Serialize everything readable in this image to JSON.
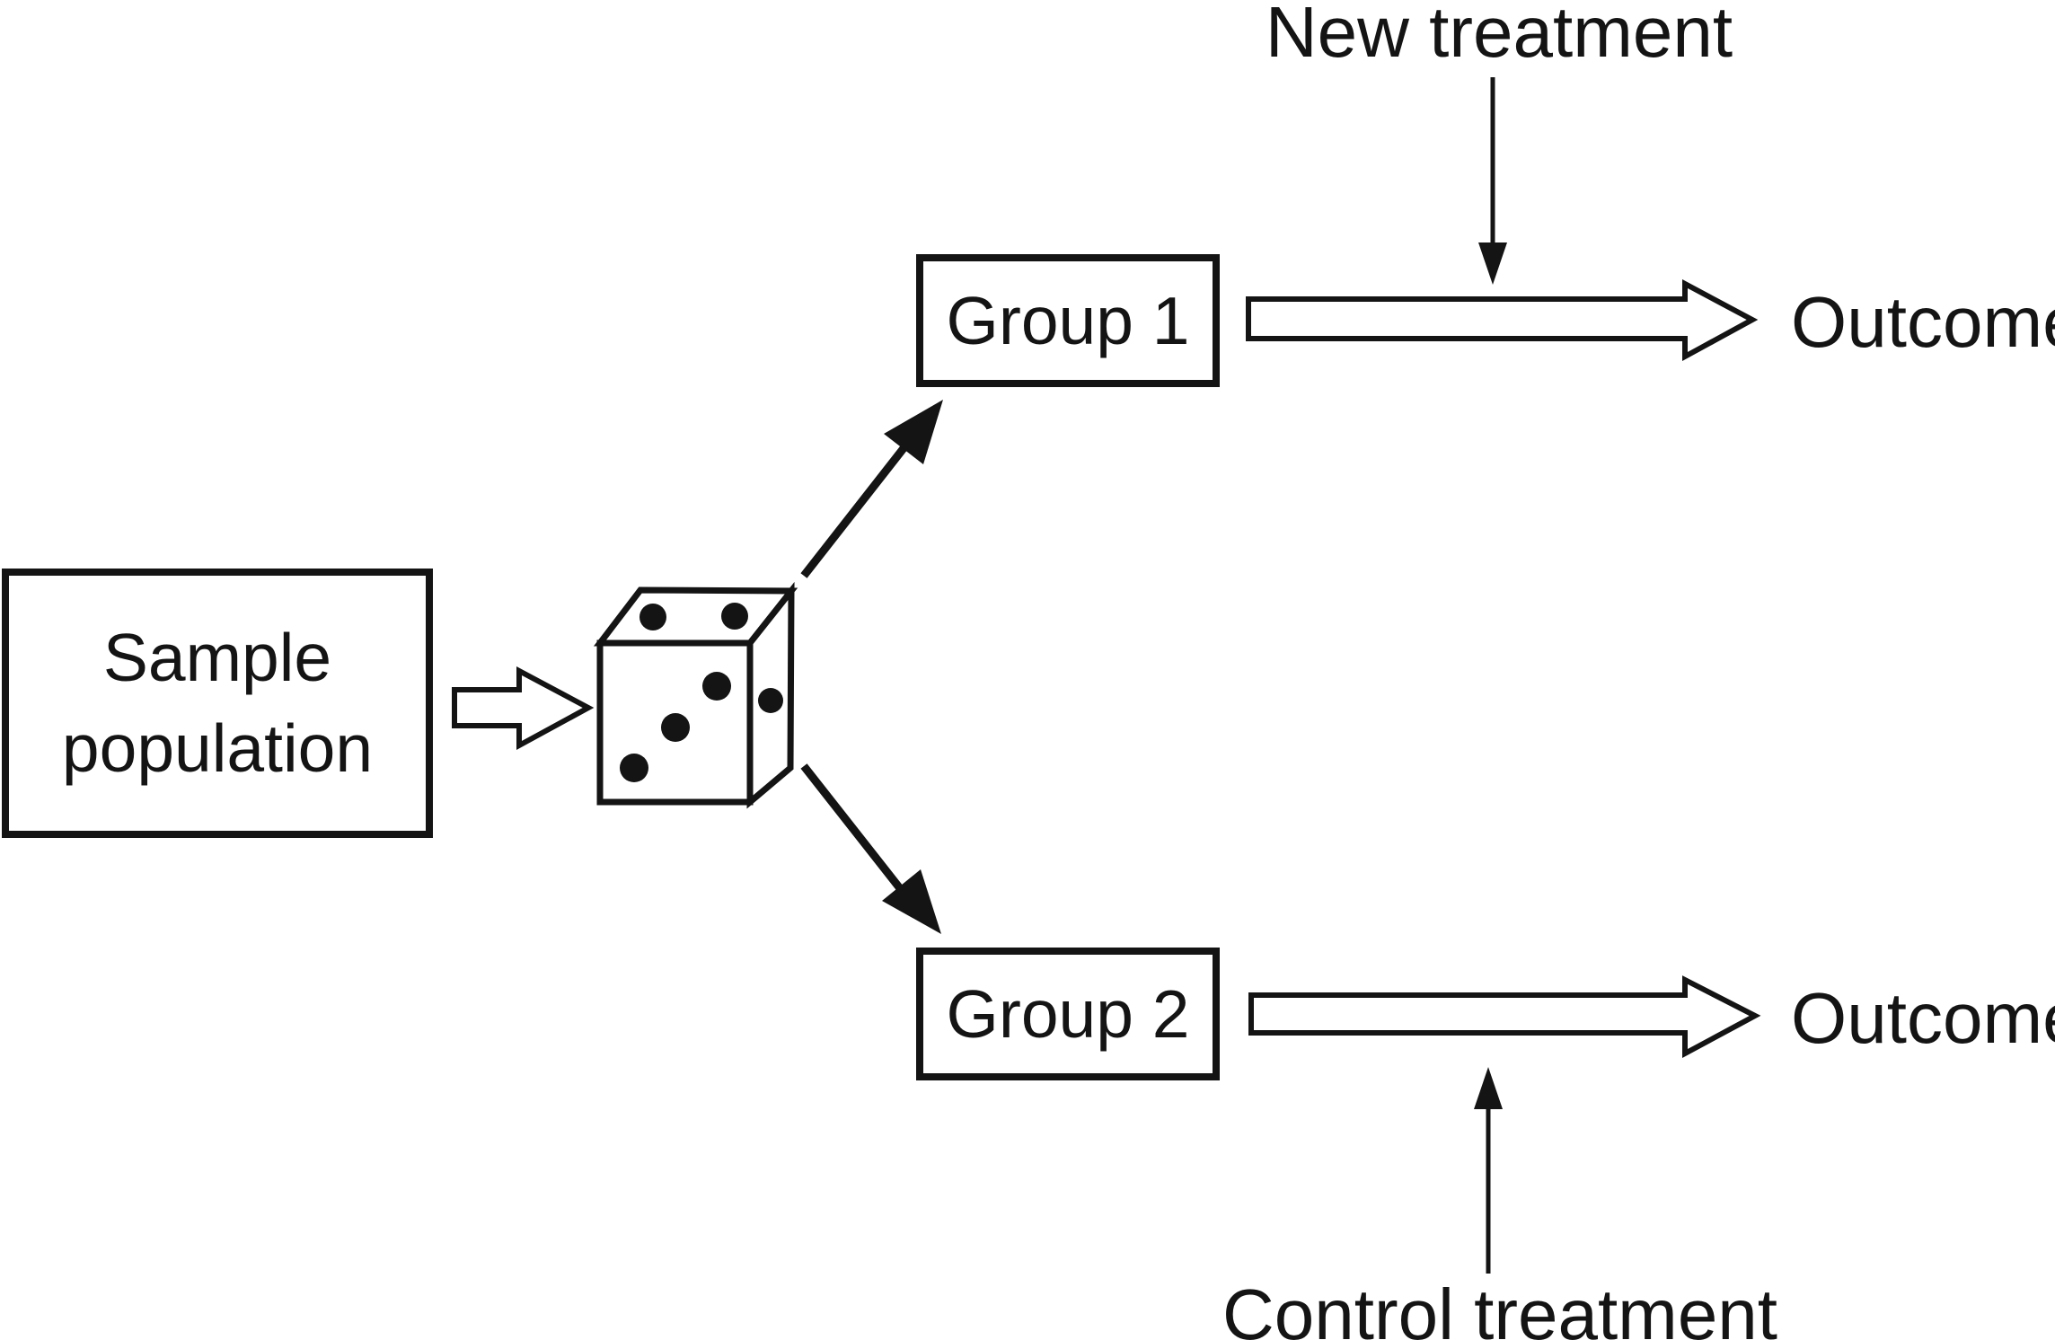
{
  "diagram": {
    "background_color": "#ffffff",
    "stroke_color": "#141414",
    "nodes": {
      "sample_population": {
        "label": "Sample population"
      },
      "group1": {
        "label": "Group 1"
      },
      "group2": {
        "label": "Group 2"
      }
    },
    "annotations": {
      "new_treatment": "New treatment",
      "control_treatment": "Control treatment",
      "outcome_top": "Outcome",
      "outcome_bottom": "Outcome"
    },
    "icons": [
      "dice-icon",
      "flow-arrow-sample-to-dice-icon",
      "randomize-arrow-to-group1-icon",
      "randomize-arrow-to-group2-icon",
      "flow-arrow-group1-to-outcome-icon",
      "flow-arrow-group2-to-outcome-icon",
      "new-treatment-arrow-icon",
      "control-treatment-arrow-icon"
    ]
  }
}
